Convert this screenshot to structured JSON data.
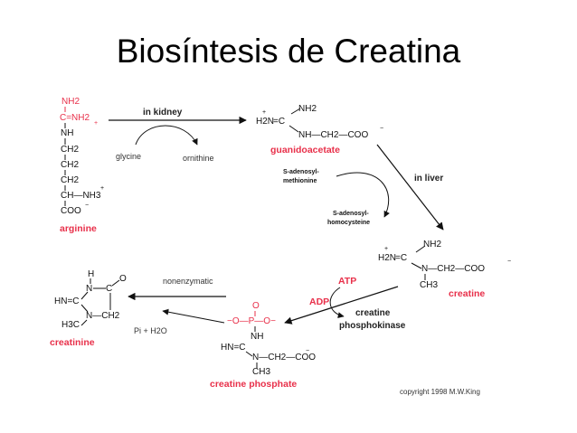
{
  "slide": {
    "title": "Biosíntesis de Creatina"
  },
  "arginine": {
    "nh2": "NH2",
    "c_nh2": "C=NH2",
    "charge": "+",
    "nh": "NH",
    "ch2_1": "CH2",
    "ch2_2": "CH2",
    "ch2_3": "CH2",
    "ch_nh3": "CH—NH3",
    "nh3_charge": "+",
    "coo": "COO",
    "coo_charge": "−",
    "name": "arginine"
  },
  "guanidoacetate": {
    "nh2_top": "NH2",
    "h2n": "H2N",
    "h2n_charge": "+",
    "eq_c": "=C",
    "chain": "NH—CH2—COO",
    "coo_charge": "−",
    "name": "guanidoacetate"
  },
  "creatine": {
    "h2n": "H2N",
    "h2n_charge": "+",
    "eq_c": "=C",
    "nh2_top": "NH2",
    "chain": "N—CH2—COO",
    "coo_charge": "−",
    "ch3": "CH3",
    "name": "creatine"
  },
  "creatine_phosphate": {
    "o_top": "O",
    "phos": "−O—P—O−",
    "nh": "NH",
    "hn_c": "HN=C",
    "chain": "N—CH2—COO",
    "coo_charge": "−",
    "ch3": "CH3",
    "name": "creatine phosphate"
  },
  "creatinine": {
    "h": "H",
    "n_top": "N",
    "o": "O",
    "hn": "HN=C",
    "c_right": "C",
    "n_bottom": "N—CH2",
    "h3c": "H3C",
    "name": "creatinine"
  },
  "labels": {
    "in_kidney": "in kidney",
    "glycine": "glycine",
    "ornithine": "ornithine",
    "sam": "S-adenosyl-",
    "sam2": "methionine",
    "sah": "S-adenosyl-",
    "sah2": "homocysteine",
    "in_liver": "in liver",
    "atp": "ATP",
    "adp": "ADP",
    "ck1": "creatine",
    "ck2": "phosphokinase",
    "nonenzymatic": "nonenzymatic",
    "pi_h2o": "Pi + H2O"
  },
  "copyright": "copyright 1998 M.W.King"
}
